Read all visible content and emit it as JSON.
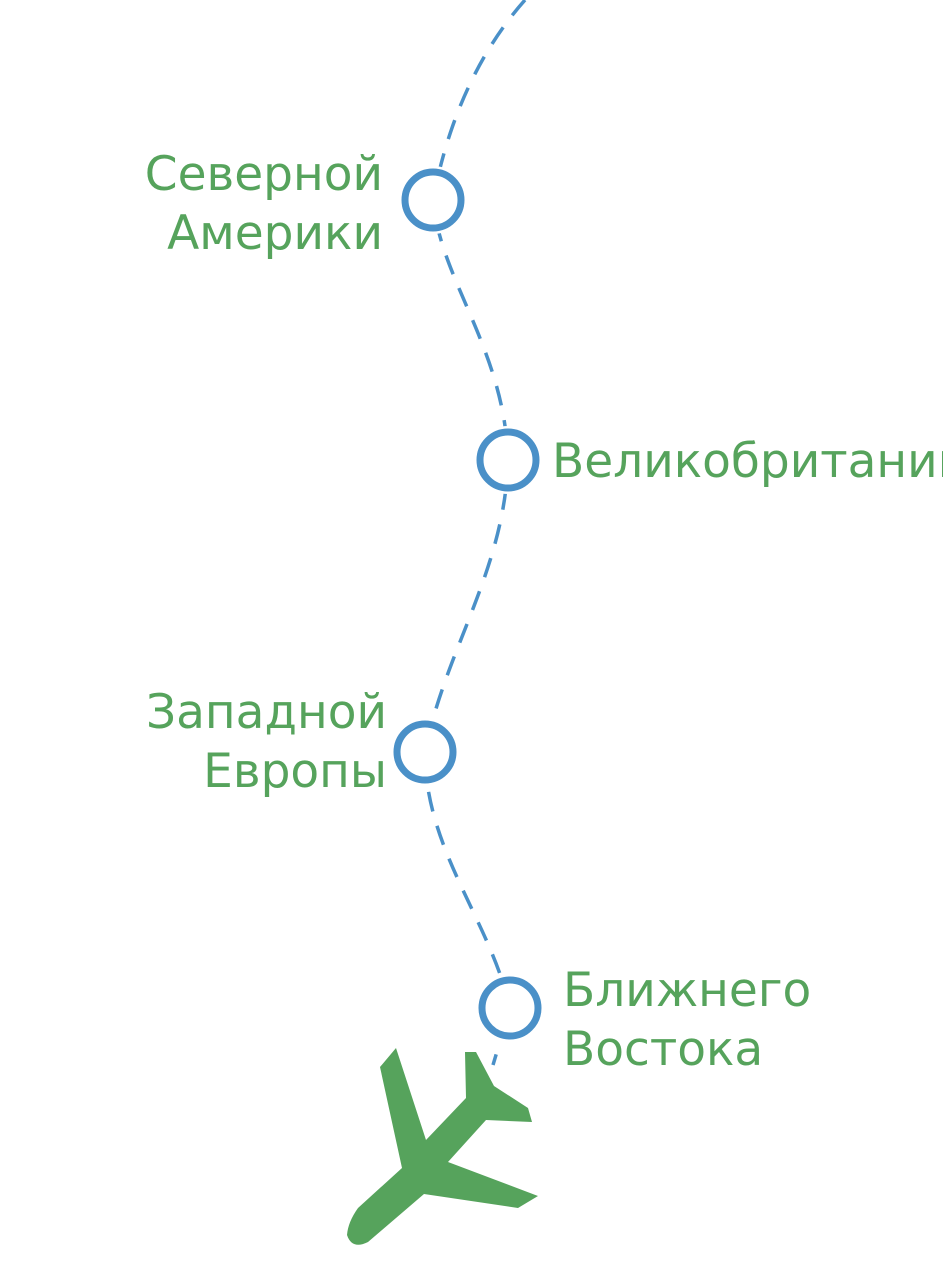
{
  "colors": {
    "route_line": "#4a90c8",
    "label_text": "#56a35c",
    "airplane": "#56a35c"
  },
  "route": {
    "stops": [
      {
        "line1": "Северной",
        "line2": "Америки"
      },
      {
        "line1": "Великобритании",
        "line2": ""
      },
      {
        "line1": "Западной",
        "line2": "Европы"
      },
      {
        "line1": "Ближнего",
        "line2": "Востока"
      }
    ]
  },
  "icons": {
    "airplane": "airplane-icon",
    "stop_marker": "stop-circle"
  }
}
